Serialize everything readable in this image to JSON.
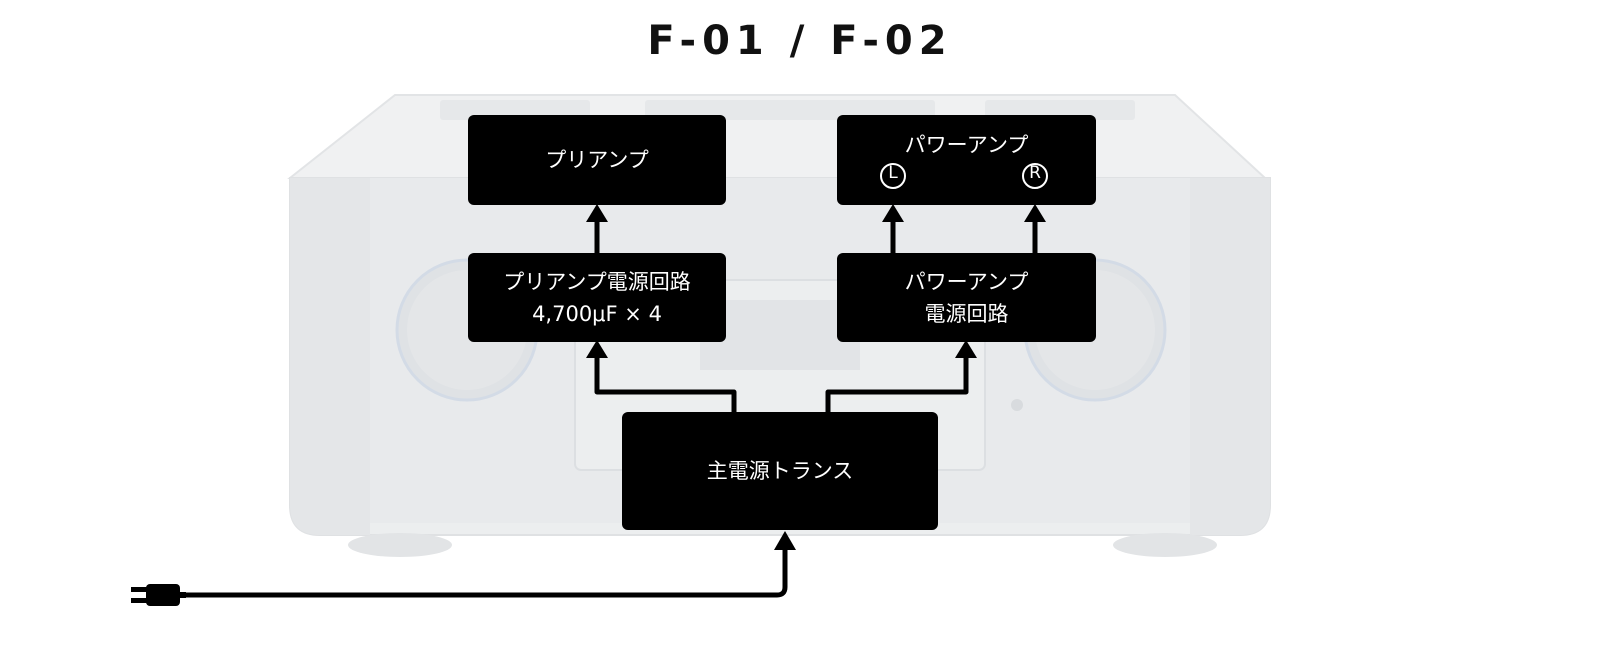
{
  "title": "F-01 / F-02",
  "boxes": {
    "preamp": {
      "label": "プリアンプ"
    },
    "poweramp": {
      "label": "パワーアンプ",
      "left_channel": "L",
      "right_channel": "R"
    },
    "preamp_psu": {
      "line1": "プリアンプ電源回路",
      "line2": "4,700μF × 4"
    },
    "poweramp_psu": {
      "line1": "パワーアンプ",
      "line2": "電源回路"
    },
    "main_transformer": {
      "label": "主電源トランス"
    }
  },
  "colors": {
    "box_fill": "#000000",
    "box_text": "#ffffff",
    "line": "#000000",
    "background_device": "#e9eaeb"
  },
  "icons": {
    "power_plug": "power-plug-icon"
  }
}
